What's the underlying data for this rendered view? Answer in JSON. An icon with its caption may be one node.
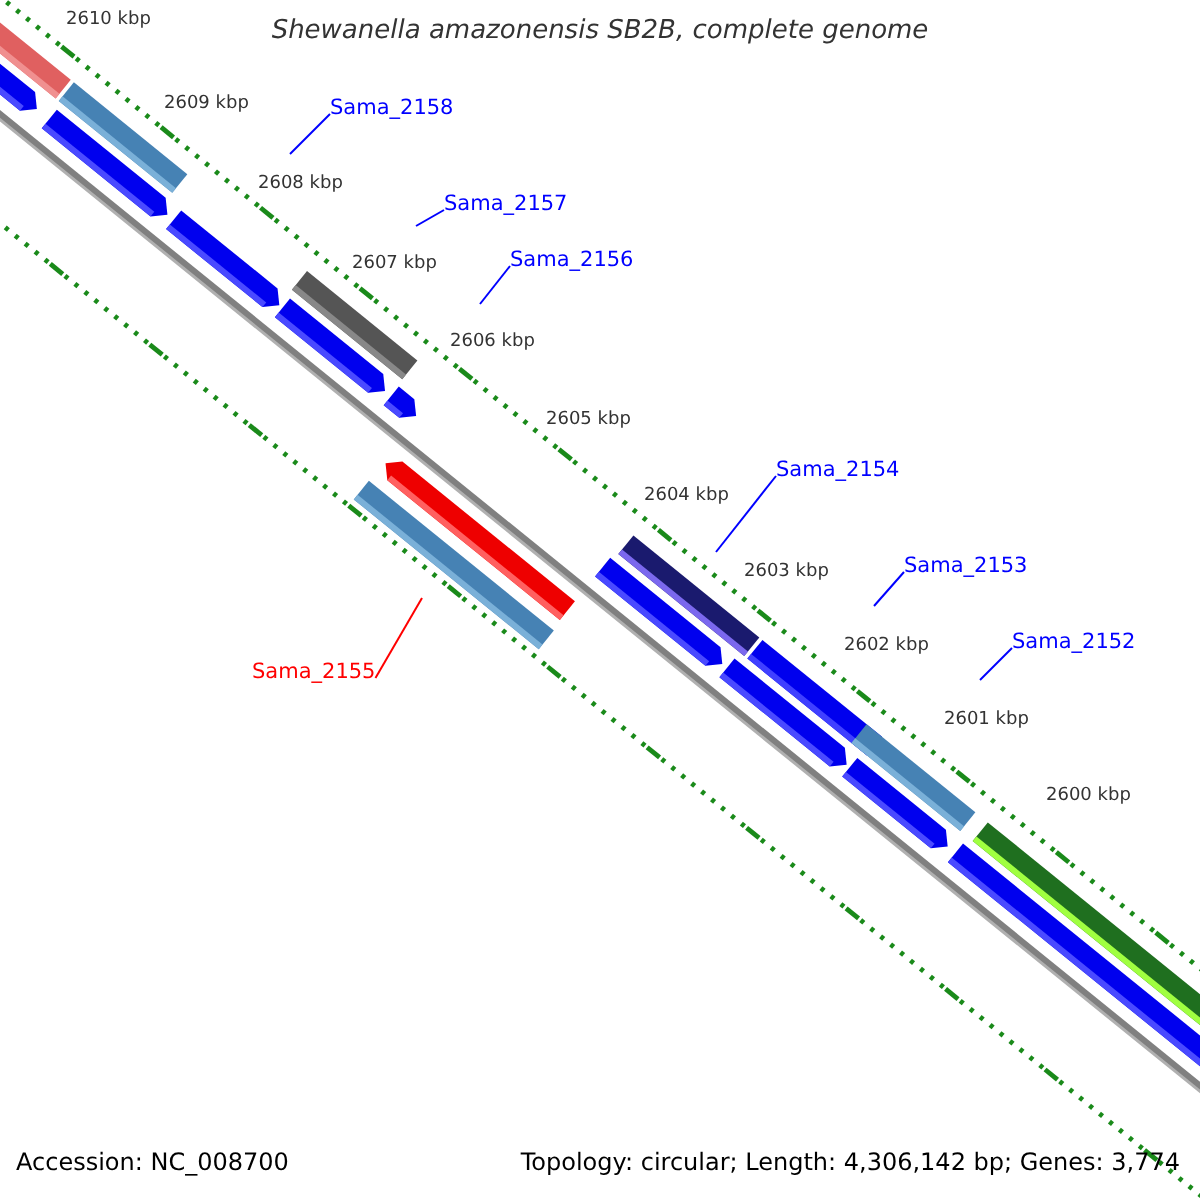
{
  "diagram": {
    "title": "Shewanella amazonensis SB2B, complete genome",
    "nodes": [
      {
        "text": [
          "Sama_2158"
        ]
      },
      {
        "text": [
          "Sama_2157"
        ]
      },
      {
        "text": [
          "Sama_2156"
        ]
      },
      {
        "text": [
          "Sama_2154"
        ]
      },
      {
        "text": [
          "Sama_2153"
        ]
      },
      {
        "text": [
          "Sama_2152"
        ]
      },
      {
        "text": [
          "Sama_2155"
        ]
      }
    ],
    "edges": [
      {
        "from": 0,
        "to": null,
        "arrow": "none"
      },
      {
        "from": 1,
        "to": null,
        "arrow": "none"
      },
      {
        "from": 2,
        "to": null,
        "arrow": "none"
      },
      {
        "from": 3,
        "to": null,
        "arrow": "none"
      },
      {
        "from": 4,
        "to": null,
        "arrow": "none"
      },
      {
        "from": 5,
        "to": null,
        "arrow": "none"
      },
      {
        "from": 6,
        "to": null,
        "arrow": "none",
        "color": "#ff0000"
      }
    ],
    "labels": [
      "2610 kbp",
      "2609 kbp",
      "2608 kbp",
      "2607 kbp",
      "2606 kbp",
      "2605 kbp",
      "2604 kbp",
      "2603 kbp",
      "2602 kbp",
      "2601 kbp",
      "2600 kbp",
      "Accession: NC_008700",
      "Topology: circular; Length: 4,306,142 bp; Genes: 3,774"
    ]
  }
}
